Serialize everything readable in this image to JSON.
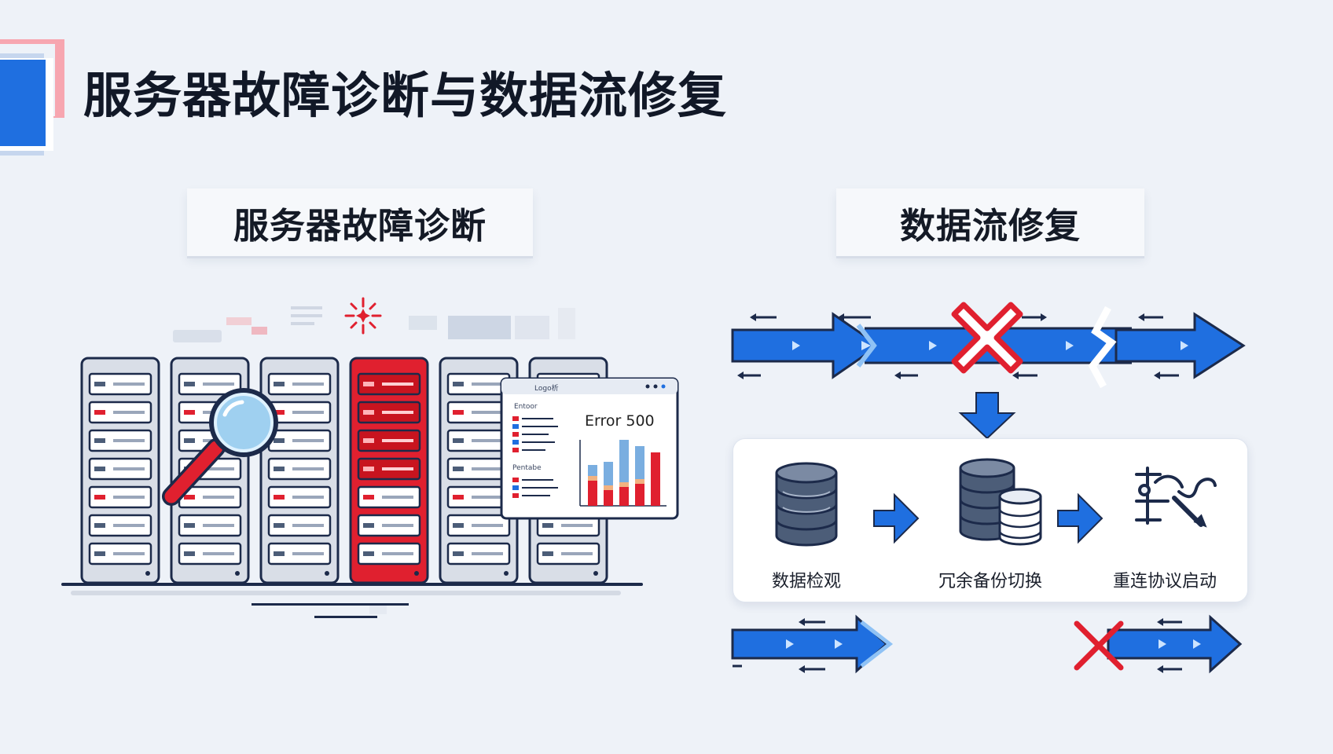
{
  "title": "服务器故障诊断与数据流修复",
  "sections": {
    "left_title": "服务器故障诊断",
    "right_title": "数据流修复"
  },
  "log_window": {
    "title": "Logo析",
    "label_top": "Entoor",
    "label_bottom": "Pentabe",
    "error_text": "Error 500",
    "bars": [
      {
        "blue": 0.25,
        "red": 0.4
      },
      {
        "blue": 0.45,
        "red": 0.25
      },
      {
        "blue": 0.75,
        "red": 0.3
      },
      {
        "blue": 0.6,
        "red": 0.35
      },
      {
        "blue": 0.0,
        "red": 0.85
      }
    ]
  },
  "recovery_steps": [
    {
      "label": "数据检观",
      "icon": "database-icon"
    },
    {
      "label": "冗余备份切换",
      "icon": "backup-database-icon"
    },
    {
      "label": "重连协议启动",
      "icon": "reconnect-tool-icon"
    }
  ],
  "colors": {
    "accent_blue": "#1f6fe0",
    "error_red": "#e0202f",
    "dark_navy": "#1c2a4a"
  }
}
